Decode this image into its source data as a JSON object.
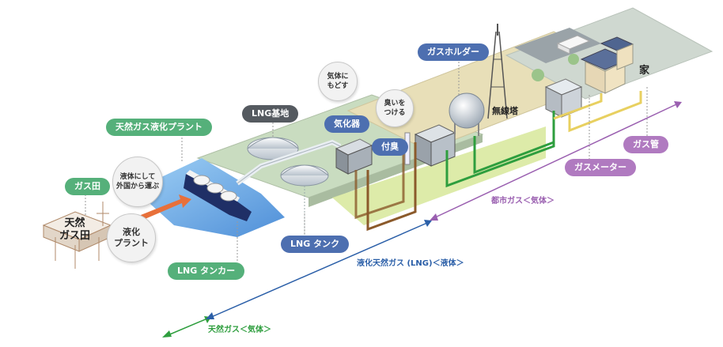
{
  "labels": {
    "gas_field_tag": "ガス田",
    "gas_field_sign_line1": "天然",
    "gas_field_sign_line2": "ガス田",
    "bubble_transport_line1": "液体にして",
    "bubble_transport_line2": "外国から運ぶ",
    "bubble_plant_line1": "液化",
    "bubble_plant_line2": "プラント",
    "liquefaction_plant_tag": "天然ガス液化プラント",
    "lng_base_tag": "LNG基地",
    "lng_tanker_tag": "LNG タンカー",
    "lng_tank_tag": "LNG タンク",
    "bubble_vaporize_line1": "気体に",
    "bubble_vaporize_line2": "もどす",
    "bubble_odor_line1": "臭いを",
    "bubble_odor_line2": "つける",
    "vaporizer_tag": "気化器",
    "odorizer_tag": "付臭",
    "gas_holder_tag": "ガスホルダー",
    "radio_tower_label": "無線塔",
    "house_label": "家",
    "gas_pipe_tag": "ガス管",
    "gas_meter_tag": "ガスメーター",
    "city_gas_label": "都市ガス＜気体＞",
    "lng_liquid_label": "液化天然ガス (LNG)＜液体＞",
    "natural_gas_label": "天然ガス＜気体＞"
  },
  "colors": {
    "green_tag": "#55b07a",
    "blue_tag": "#4d6fb0",
    "purple_tag": "#b07ac0",
    "dark_tag": "#555a60",
    "sea": "#6aa8e0",
    "pipe_brown": "#8b5a2b",
    "pipe_green": "#2e9e3e",
    "pipe_yellow": "#e8d060",
    "arrow_green": "#2e9e3e",
    "arrow_blue": "#2b5fa8",
    "arrow_purple": "#9a5fb0"
  }
}
